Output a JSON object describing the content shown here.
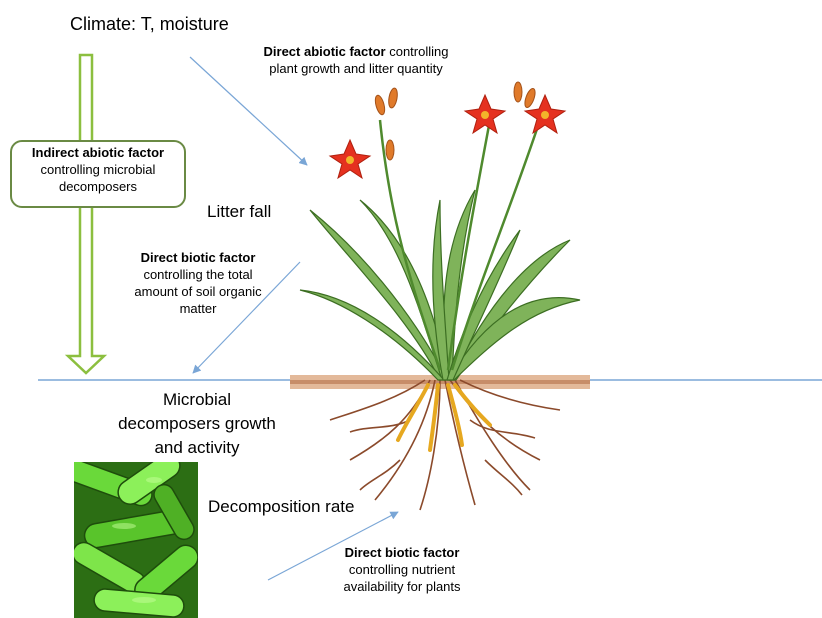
{
  "climate_label": "Climate: T, moisture",
  "abiotic_direct": {
    "bold": "Direct abiotic factor",
    "rest": " controlling",
    "line2": "plant growth and litter quantity"
  },
  "abiotic_indirect": {
    "bold": "Indirect abiotic factor",
    "line2": "controlling microbial",
    "line3": "decomposers"
  },
  "litter_fall": "Litter fall",
  "biotic_som": {
    "bold": "Direct biotic factor",
    "line2": "controlling the total",
    "line3": "amount of soil organic",
    "line4": "matter"
  },
  "microbial": {
    "line1": "Microbial",
    "line2": "decomposers growth",
    "line3": "and activity"
  },
  "decomposition_rate": "Decomposition rate",
  "biotic_nutrient": {
    "bold": "Direct biotic factor",
    "line2": "controlling nutrient",
    "line3": "availability for plants"
  },
  "colors": {
    "arrow": "#7aa6d6",
    "green_arrow": "#8cbf3f",
    "soil": "#a0522d",
    "flower": "#e5311f",
    "leaf": "#4f8a2e"
  },
  "icons": [
    "plant-illustration",
    "bacteria-image",
    "down-arrow-icon"
  ]
}
